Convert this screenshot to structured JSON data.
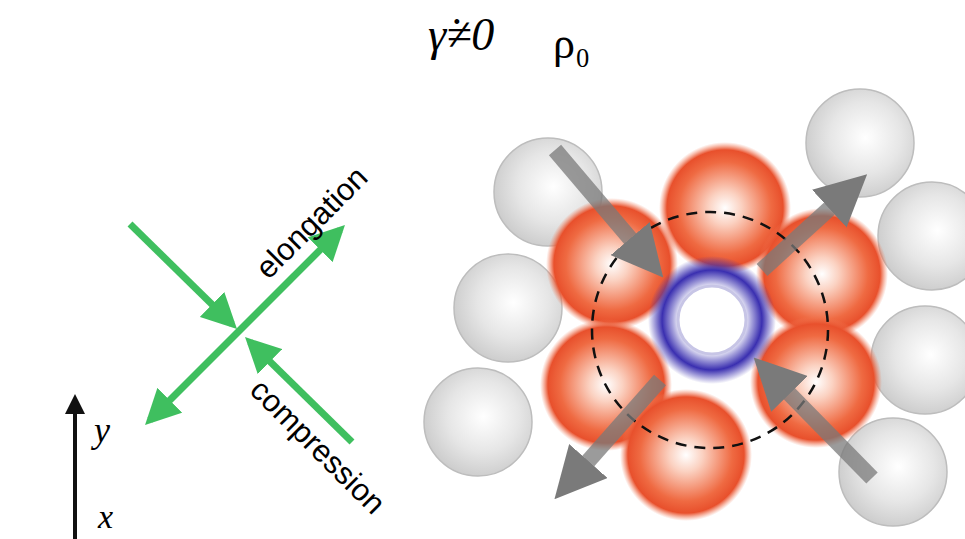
{
  "diagram": {
    "labels": [
      "γ̇≠0",
      "ρ₀",
      "elongation",
      "compression",
      "y",
      "x"
    ]
  }
}
